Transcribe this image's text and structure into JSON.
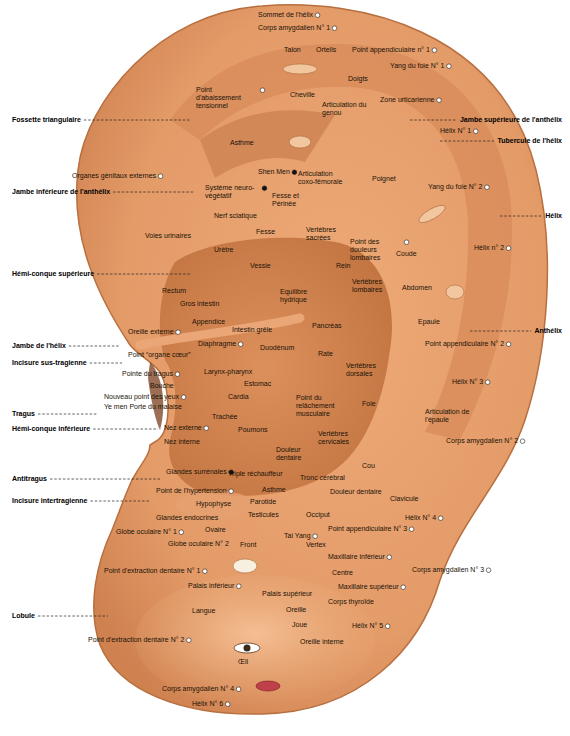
{
  "diagram": {
    "labels": [
      "Sommet de l'hélix",
      "Corps amygdalien N° 1",
      "Point d'abaissement tensionnel",
      "Talon",
      "Orteils",
      "Point appendiculaire n° 1",
      "Yang du foie N° 1",
      "Doigts",
      "Cheville",
      "Zone urticarienne",
      "Articulation du genou",
      "Fossette triangulaire",
      "Jambe supérieure de l'anthélix",
      "Hélix N° 1",
      "Tubercule de l'hélix",
      "Asthme",
      "Organes génitaux externes",
      "Shen Men",
      "Articulation coxo-fémorale",
      "Poignet",
      "Yang du foie N° 2",
      "Système neuro-végétatif",
      "Fesse et Périnée",
      "Jambe inférieure de l'anthélix",
      "Nerf sciatique",
      "Hélix",
      "Voies urinaires",
      "Fesse",
      "Vertèbres sacrées",
      "Point des douleurs lombaires",
      "Coude",
      "Hélix n° 2",
      "Urètre",
      "Vessie",
      "Rein",
      "Hémi-conque supérieure",
      "Vertèbres lombaires",
      "Abdomen",
      "Rectum",
      "Gros intestin",
      "Equilibre hydrique",
      "Appendice",
      "Intestin grêle",
      "Pancréas",
      "Epaule",
      "Anthélix",
      "Oreille externe",
      "Point appendiculaire N° 2",
      "Diaphragme",
      "Duodénum",
      "Jambe de l'hélix",
      "Point “organe cœur”",
      "Rate",
      "Incisure sus-tragienne",
      "Vertèbres dorsales",
      "Bouche",
      "Larynx-pharynx",
      "Estomac",
      "Pointe du tragus",
      "Nouveau point des yeux",
      "Ye men Porte du malaise",
      "Cardia",
      "Point du relâchement musculaire",
      "Hélix N° 3",
      "Trachée",
      "Foie",
      "Tragus",
      "Articulation de l'épaule",
      "Poumons",
      "Nez externe",
      "Hémi-conque inférieure",
      "Vertèbres cervicales",
      "Nez interne",
      "Douleur dentaire",
      "Corps amygdalien N° 2",
      "Glandes surrénales",
      "Triple réchauffeur",
      "Tronc cérébral",
      "Cou",
      "Antitragus",
      "Asthme",
      "Point de l'hypertension",
      "Douleur dentaire",
      "Clavicule",
      "Incisure intertragienne",
      "Hypophyse",
      "Parotide",
      "Testicules",
      "Occiput",
      "Hélix N° 4",
      "Glandes endocrines",
      "Ovaire",
      "Point appendiculaire N° 3",
      "Globe oculaire N° 1",
      "Globe oculaire N° 2",
      "Tai Yang",
      "Front",
      "Vertex",
      "Maxillaire inférieur",
      "Palais inférieur",
      "Centre",
      "Corps amygdalien N° 3",
      "Point d'extraction dentaire N° 1",
      "Palais supérieur",
      "Maxillaire supérieur",
      "Langue",
      "Oreille",
      "Corps thyroïde",
      "Lobule",
      "Joue",
      "Hélix N° 5",
      "Point d'extraction dentaire N° 2",
      "Oreille interne",
      "Œil",
      "Corps amygdalien N° 4",
      "Hélix N° 6"
    ]
  }
}
